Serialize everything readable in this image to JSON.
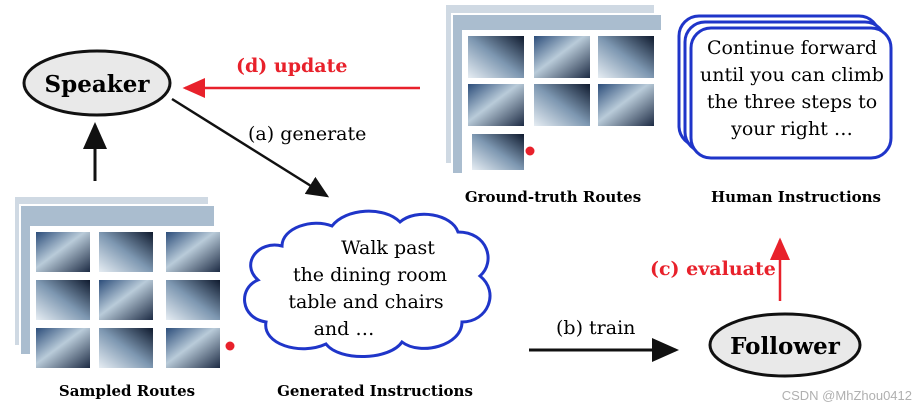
{
  "nodes": {
    "speaker": "Speaker",
    "follower": "Follower"
  },
  "edges": {
    "generate": "(a) generate",
    "train": "(b) train",
    "evaluate": "(c) evaluate",
    "update": "(d) update"
  },
  "captions": {
    "sampled_routes": "Sampled Routes",
    "generated_instructions": "Generated Instructions",
    "ground_truth_routes": "Ground-truth Routes",
    "human_instructions": "Human Instructions"
  },
  "generated_instruction_lines": [
    "Walk past",
    "the dining room",
    "table and chairs",
    "and …"
  ],
  "human_instruction_lines": [
    "Continue forward",
    "until you can  climb",
    "the three steps to",
    "your right …"
  ],
  "watermark": "CSDN @MhZhou0412",
  "colors": {
    "arrow_black": "#111111",
    "arrow_red": "#e8212b",
    "red_text": "#e8212b",
    "human_box_border": "#1f35c9",
    "photo_dark": "#1d2b44",
    "photo_light": "#d8e4ee"
  }
}
